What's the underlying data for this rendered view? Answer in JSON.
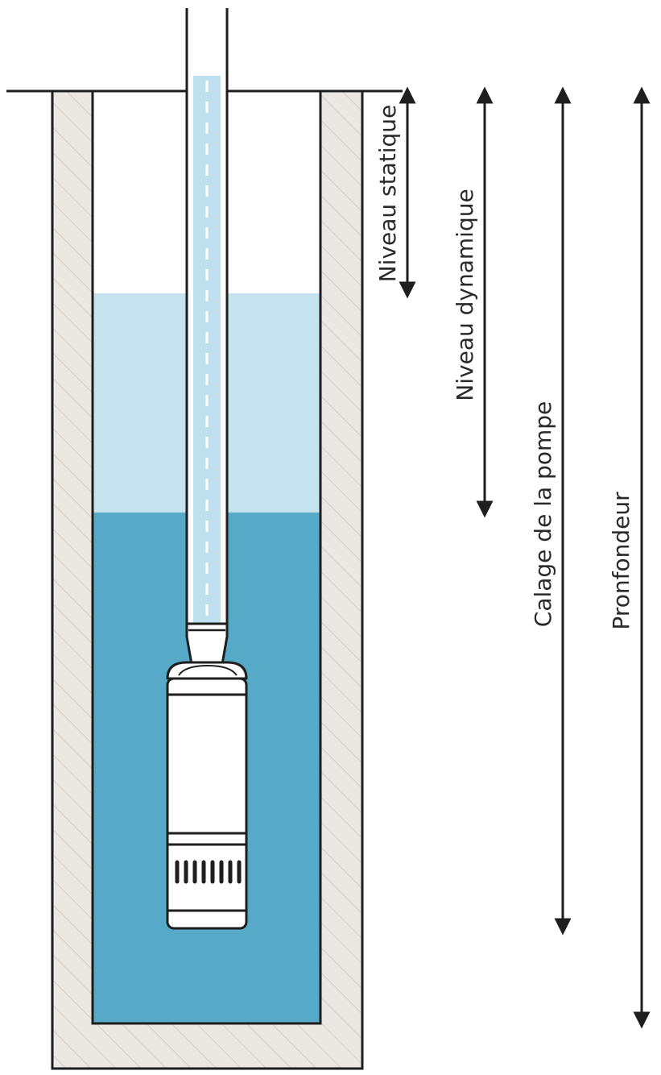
{
  "diagram": {
    "labels": {
      "static_level": "Niveau statique",
      "dynamic_level": "Niveau dynamique",
      "pump_setting": "Calage de la pompe",
      "depth": "Pronfondeur"
    },
    "colors": {
      "casing_fill": "#ebe7e2",
      "hatch": "#cfc8c0",
      "water_static_zone": "#c4e3ee",
      "water_dynamic_zone": "#56a9c7",
      "pipe_water": "#bfe0ee",
      "outline": "#1e1e1e",
      "pump_body": "#ffffff"
    }
  }
}
